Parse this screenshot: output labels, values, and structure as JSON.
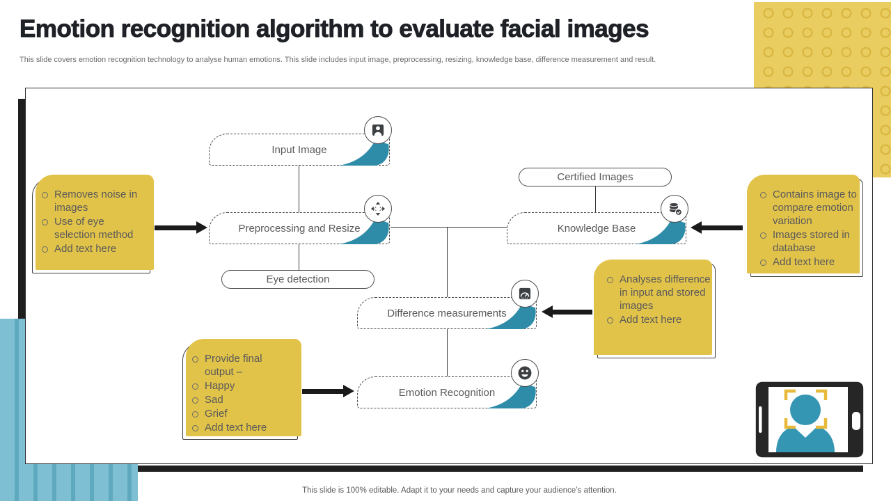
{
  "header": {
    "title": "Emotion recognition algorithm to evaluate facial images",
    "subtitle": "This slide covers emotion recognition technology to analyse human emotions. This slide includes input image, preprocessing, resizing, knowledge base, difference measurement and result."
  },
  "footer": {
    "text": "This slide is 100% editable. Adapt it to your needs and capture your audience’s attention."
  },
  "flow": {
    "input_image": "Input Image",
    "preprocessing": "Preprocessing and Resize",
    "eye_detection": "Eye detection",
    "certified_images": "Certified Images",
    "knowledge_base": "Knowledge Base",
    "difference_measurements": "Difference measurements",
    "emotion_recognition": "Emotion Recognition"
  },
  "notes": {
    "preprocessing_note": {
      "items": [
        "Removes noise in images",
        "Use of eye selection method",
        "Add text here"
      ]
    },
    "knowledge_note": {
      "items": [
        "Contains image to compare emotion variation",
        "Images stored in database",
        "Add text here"
      ]
    },
    "difference_note": {
      "items": [
        "Analyses difference in input and stored images",
        "Add text here"
      ]
    },
    "output_note": {
      "items": [
        "Provide final output –",
        "Happy",
        "Sad",
        "Grief",
        "Add text here"
      ]
    }
  },
  "icons": {
    "input_image": "portrait-icon",
    "preprocessing": "resize-arrows-icon",
    "knowledge_base": "database-check-icon",
    "difference_measurements": "gauge-icon",
    "emotion_recognition": "smiley-icon",
    "corner_device": "tablet-face-scan-icon"
  },
  "colors": {
    "teal_curl": "#2E8CA8",
    "teal_figure": "#3596B4",
    "yellow_panel": "#EACD60",
    "yellow_ring": "#D8B540",
    "gold_accent": "#E2C34A",
    "stripe_base": "#7FBFD4",
    "stripe_dark": "#5FA9BF",
    "ink": "#1E2126",
    "text_gray": "#595959"
  }
}
